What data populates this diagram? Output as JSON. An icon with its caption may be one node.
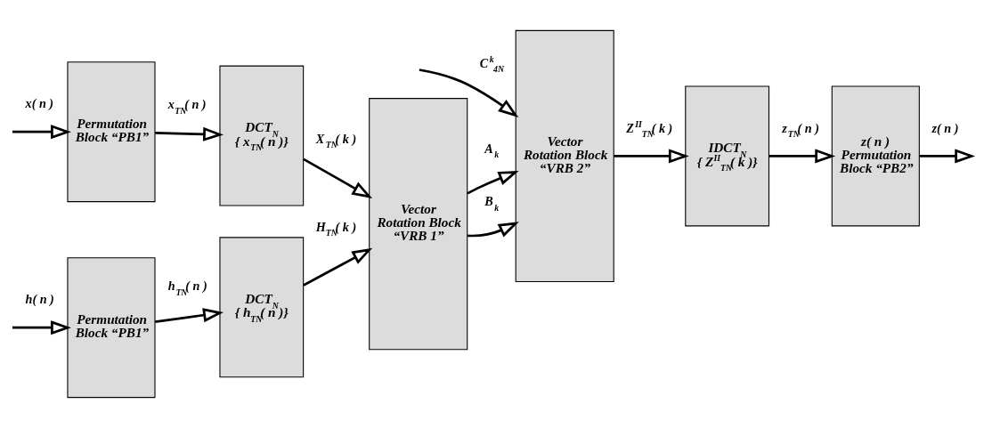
{
  "diagram": {
    "nodes": [
      {
        "text": [
          "Permutation Block “PB1”"
        ]
      },
      {
        "text": [
          "DCT$_{N}$",
          "{ x$_{TN}$( n )}"
        ]
      },
      {
        "text": [
          "Permutation Block “PB1”"
        ]
      },
      {
        "text": [
          "DCT$_{N}$",
          "{ h$_{TN}$( n )}"
        ]
      },
      {
        "text": [
          "Vector Rotation Block “VRB 1”"
        ]
      },
      {
        "text": [
          "Vector Rotation Block “VRB 2”"
        ]
      },
      {
        "text": [
          "IDCT$_{N}$",
          "{ Z$^{II}$$_{TN}$( k )}"
        ]
      },
      {
        "text": [
          "z( n )",
          "Permutation Block “PB2”"
        ]
      }
    ],
    "edges": [
      {
        "from": null,
        "to": 0,
        "arrow": "to",
        "label": "x( n )"
      },
      {
        "from": 0,
        "to": 1,
        "arrow": "to",
        "label": "x$_{TN}$( n )"
      },
      {
        "from": 1,
        "to": 4,
        "arrow": "to",
        "label": "X$_{TN}$( k )"
      },
      {
        "from": null,
        "to": 2,
        "arrow": "to",
        "label": "h( n )"
      },
      {
        "from": 2,
        "to": 3,
        "arrow": "to",
        "label": "h$_{TN}$( n )"
      },
      {
        "from": 3,
        "to": 4,
        "arrow": "to",
        "label": "H$_{TN}$( k )"
      },
      {
        "from": 4,
        "to": 5,
        "arrow": "to",
        "label": "A$_{k}$"
      },
      {
        "from": 4,
        "to": 5,
        "arrow": "to",
        "label": "B$_{k}$"
      },
      {
        "from": null,
        "to": 5,
        "arrow": "to",
        "label": "C$^{k}$$_{4N}$"
      },
      {
        "from": 5,
        "to": 6,
        "arrow": "to",
        "label": "Z$^{II}$$_{TN}$( k )"
      },
      {
        "from": 6,
        "to": 7,
        "arrow": "to",
        "label": "z$_{TN}$( n )"
      },
      {
        "from": 7,
        "to": null,
        "arrow": "to",
        "label": "z( n )"
      }
    ]
  }
}
